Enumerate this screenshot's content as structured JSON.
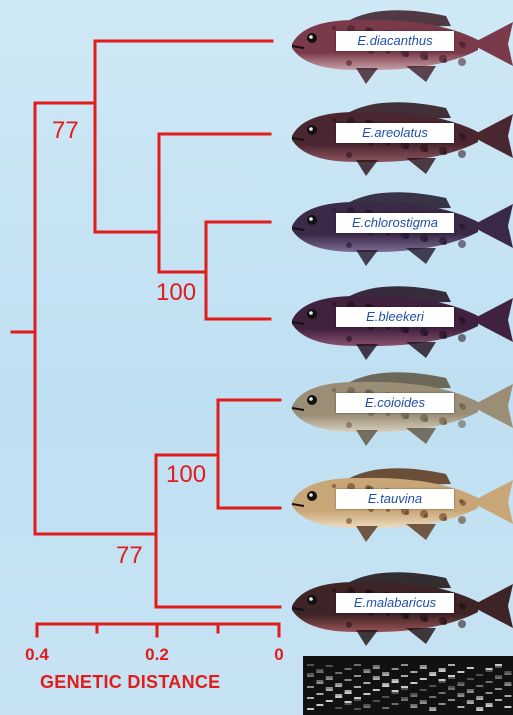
{
  "species": [
    "E.diacanthus",
    "E.areolatus",
    "E.chlorostigma",
    "E.bleekeri",
    "E.coioides",
    "E.tauvina",
    "E.malabaricus"
  ],
  "bootstrap_values": [
    "77",
    "100",
    "100",
    "77"
  ],
  "axis": {
    "title": "GENETIC DISTANCE",
    "tick_labels": [
      "0.4",
      "0.2",
      "0"
    ]
  },
  "colors": {
    "tree_line": "#e21b1b",
    "label_text": "#1f4fa8",
    "background": "#c6e4f4"
  },
  "fish_colors": [
    {
      "body": "#7a3a4a",
      "belly": "#c9a2a8",
      "spots": "#3b1a24"
    },
    {
      "body": "#4a2630",
      "belly": "#8d5560",
      "spots": "#2a0e16"
    },
    {
      "body": "#3a2a48",
      "belly": "#7f6c92",
      "spots": "#1f1428"
    },
    {
      "body": "#40223e",
      "belly": "#8a5272",
      "spots": "#1e0c1a"
    },
    {
      "body": "#9a8e76",
      "belly": "#d7cfbd",
      "spots": "#5e533f"
    },
    {
      "body": "#c9a678",
      "belly": "#ecdcc0",
      "spots": "#5b3418"
    },
    {
      "body": "#3e2426",
      "belly": "#9b5458",
      "spots": "#1b0d0e"
    }
  ]
}
